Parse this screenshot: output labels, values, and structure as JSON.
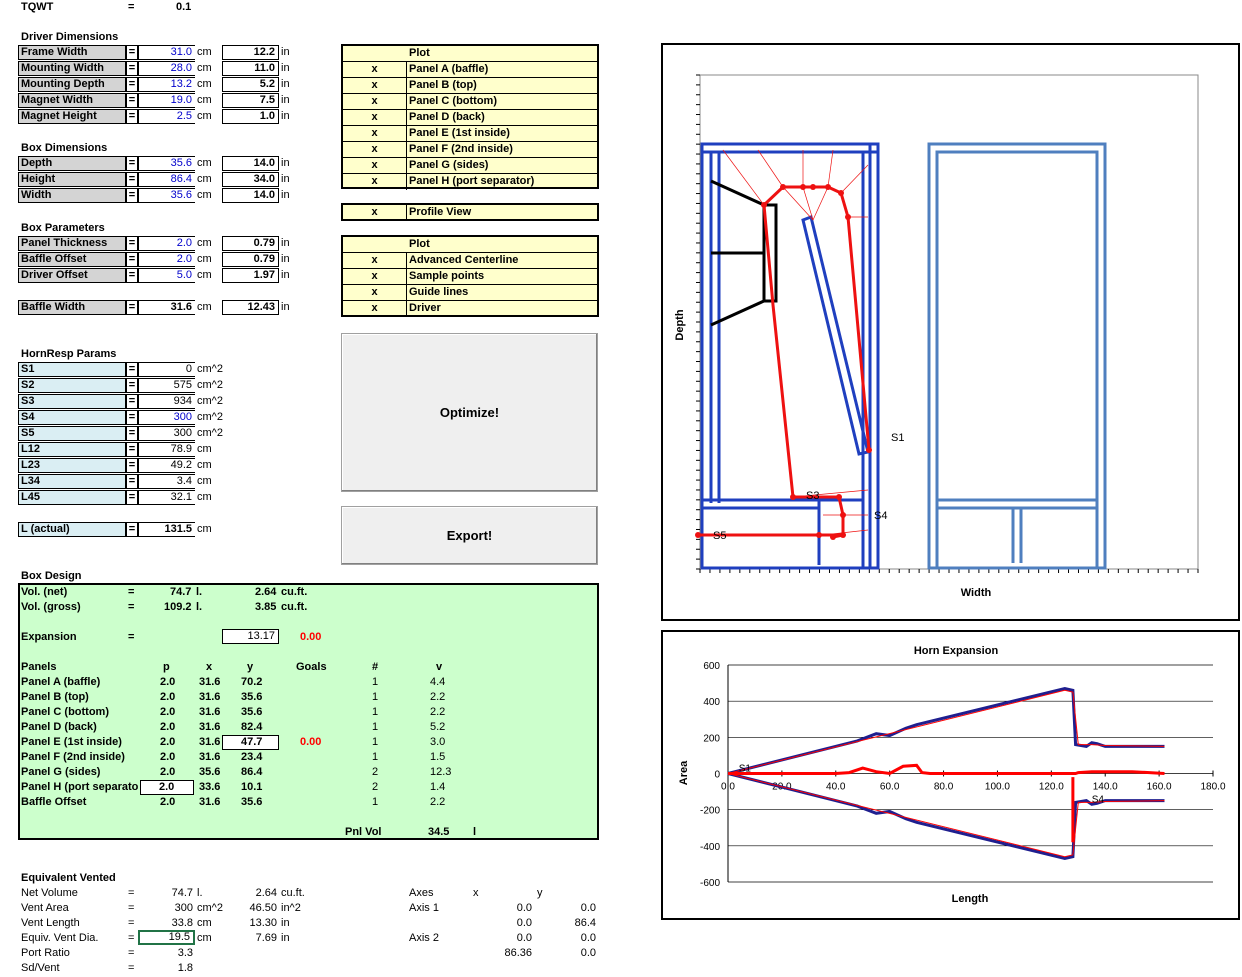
{
  "tqwt": {
    "label": "TQWT",
    "eq": "=",
    "value": "0.1"
  },
  "driver_dims": {
    "title": "Driver Dimensions",
    "rows": [
      {
        "label": "Frame Width",
        "cm": "31.0",
        "in": "12.2"
      },
      {
        "label": "Mounting Width",
        "cm": "28.0",
        "in": "11.0"
      },
      {
        "label": "Mounting Depth",
        "cm": "13.2",
        "in": "5.2"
      },
      {
        "label": "Magnet Width",
        "cm": "19.0",
        "in": "7.5"
      },
      {
        "label": "Magnet Height",
        "cm": "2.5",
        "in": "1.0"
      }
    ]
  },
  "box_dims": {
    "title": "Box Dimensions",
    "rows": [
      {
        "label": "Depth",
        "cm": "35.6",
        "in": "14.0"
      },
      {
        "label": "Height",
        "cm": "86.4",
        "in": "34.0"
      },
      {
        "label": "Width",
        "cm": "35.6",
        "in": "14.0"
      }
    ]
  },
  "box_params": {
    "title": "Box Parameters",
    "rows": [
      {
        "label": "Panel Thickness",
        "cm": "2.0",
        "in": "0.79"
      },
      {
        "label": "Baffle Offset",
        "cm": "2.0",
        "in": "0.79"
      },
      {
        "label": "Driver Offset",
        "cm": "5.0",
        "in": "1.97"
      }
    ],
    "baffle": {
      "label": "Baffle Width",
      "cm": "31.6",
      "in": "12.43"
    }
  },
  "units": {
    "cm": "cm",
    "in": "in",
    "cm2": "cm^2",
    "eq": "="
  },
  "hornresp": {
    "title": "HornResp Params",
    "rows": [
      {
        "label": "S1",
        "value": "0",
        "unit": "cm^2"
      },
      {
        "label": "S2",
        "value": "575",
        "unit": "cm^2"
      },
      {
        "label": "S3",
        "value": "934",
        "unit": "cm^2"
      },
      {
        "label": "S4",
        "value": "300",
        "unit": "cm^2"
      },
      {
        "label": "S5",
        "value": "300",
        "unit": "cm^2"
      },
      {
        "label": "L12",
        "value": "78.9",
        "unit": "cm"
      },
      {
        "label": "L23",
        "value": "49.2",
        "unit": "cm"
      },
      {
        "label": "L34",
        "value": "3.4",
        "unit": "cm"
      },
      {
        "label": "L45",
        "value": "32.1",
        "unit": "cm"
      }
    ],
    "lactual": {
      "label": "L (actual)",
      "value": "131.5",
      "unit": "cm"
    }
  },
  "plot1": {
    "header": "Plot",
    "rows": [
      {
        "x": "x",
        "label": "Panel A (baffle)"
      },
      {
        "x": "x",
        "label": "Panel B (top)"
      },
      {
        "x": "x",
        "label": "Panel C (bottom)"
      },
      {
        "x": "x",
        "label": "Panel D (back)"
      },
      {
        "x": "x",
        "label": "Panel E (1st inside)"
      },
      {
        "x": "x",
        "label": "Panel F (2nd inside)"
      },
      {
        "x": "x",
        "label": "Panel G (sides)"
      },
      {
        "x": "x",
        "label": "Panel H (port separator)"
      }
    ]
  },
  "profile": {
    "x": "x",
    "label": "Profile View"
  },
  "plot2": {
    "header": "Plot",
    "rows": [
      {
        "x": "x",
        "label": "Advanced Centerline"
      },
      {
        "x": "x",
        "label": "Sample points"
      },
      {
        "x": "x",
        "label": "Guide lines"
      },
      {
        "x": "x",
        "label": "Driver"
      }
    ]
  },
  "buttons": {
    "optimize": "Optimize!",
    "export": "Export!"
  },
  "box_design": {
    "title": "Box Design",
    "vol_net": {
      "label": "Vol. (net)",
      "l": "74.7",
      "lu": "l.",
      "cf": "2.64",
      "cfu": "cu.ft."
    },
    "vol_gross": {
      "label": "Vol. (gross)",
      "l": "109.2",
      "lu": "l.",
      "cf": "3.85",
      "cfu": "cu.ft."
    },
    "expansion": {
      "label": "Expansion",
      "value": "13.17",
      "goal": "0.00"
    },
    "headers": {
      "panels": "Panels",
      "p": "p",
      "x": "x",
      "y": "y",
      "goals": "Goals",
      "num": "#",
      "v": "v"
    },
    "panels": [
      {
        "name": "Panel A (baffle)",
        "p": "2.0",
        "x": "31.6",
        "y": "70.2",
        "goal": "",
        "n": "1",
        "v": "4.4"
      },
      {
        "name": "Panel B (top)",
        "p": "2.0",
        "x": "31.6",
        "y": "35.6",
        "goal": "",
        "n": "1",
        "v": "2.2"
      },
      {
        "name": "Panel C (bottom)",
        "p": "2.0",
        "x": "31.6",
        "y": "35.6",
        "goal": "",
        "n": "1",
        "v": "2.2"
      },
      {
        "name": "Panel D (back)",
        "p": "2.0",
        "x": "31.6",
        "y": "82.4",
        "goal": "",
        "n": "1",
        "v": "5.2"
      },
      {
        "name": "Panel E (1st inside)",
        "p": "2.0",
        "x": "31.6",
        "y": "47.7",
        "goal": "0.00",
        "n": "1",
        "v": "3.0"
      },
      {
        "name": "Panel F (2nd inside)",
        "p": "2.0",
        "x": "31.6",
        "y": "23.4",
        "goal": "",
        "n": "1",
        "v": "1.5"
      },
      {
        "name": "Panel G (sides)",
        "p": "2.0",
        "x": "35.6",
        "y": "86.4",
        "goal": "",
        "n": "2",
        "v": "12.3"
      },
      {
        "name": "Panel H (port separato",
        "p": "2.0",
        "x": "33.6",
        "y": "10.1",
        "goal": "",
        "n": "2",
        "v": "1.4"
      },
      {
        "name": "Baffle Offset",
        "p": "2.0",
        "x": "31.6",
        "y": "35.6",
        "goal": "",
        "n": "1",
        "v": "2.2"
      }
    ],
    "pnl_vol": {
      "label": "Pnl Vol",
      "value": "34.5",
      "unit": "l"
    }
  },
  "equiv": {
    "title": "Equivalent Vented",
    "rows": [
      {
        "label": "Net Volume",
        "v1": "74.7",
        "u1": "l.",
        "v2": "2.64",
        "u2": "cu.ft."
      },
      {
        "label": "Vent Area",
        "v1": "300",
        "u1": "cm^2",
        "v2": "46.50",
        "u2": "in^2"
      },
      {
        "label": "Vent Length",
        "v1": "33.8",
        "u1": "cm",
        "v2": "13.30",
        "u2": "in"
      },
      {
        "label": "Equiv. Vent Dia.",
        "v1": "19.5",
        "u1": "cm",
        "v2": "7.69",
        "u2": "in"
      },
      {
        "label": "Port Ratio",
        "v1": "3.3",
        "u1": "",
        "v2": "",
        "u2": ""
      },
      {
        "label": "Sd/Vent",
        "v1": "1.8",
        "u1": "",
        "v2": "",
        "u2": ""
      }
    ],
    "axes": {
      "label": "Axes",
      "x": "x",
      "y": "y",
      "axis1": {
        "label": "Axis 1",
        "r1": [
          "0.0",
          "0.0"
        ],
        "r2": [
          "0.0",
          "86.4"
        ]
      },
      "axis2": {
        "label": "Axis 2",
        "r1": [
          "0.0",
          "0.0"
        ],
        "r2": [
          "86.36",
          "0.0"
        ]
      }
    }
  },
  "profile_chart": {
    "xlabel": "Width",
    "ylabel": "Depth",
    "labels": {
      "s1": "S1",
      "s3": "S3",
      "s4": "S4",
      "s5": "S5"
    }
  },
  "chart_data": {
    "type": "line",
    "title": "Horn Expansion",
    "xlabel": "Length",
    "ylabel": "Area",
    "xlim": [
      0,
      180
    ],
    "ylim": [
      -600,
      600
    ],
    "xticks": [
      "0.0",
      "20.0",
      "40.0",
      "60.0",
      "80.0",
      "100.0",
      "120.0",
      "140.0",
      "160.0",
      "180.0"
    ],
    "yticks": [
      "600",
      "400",
      "200",
      "0",
      "-200",
      "-400",
      "-600"
    ],
    "annotations": [
      "S1",
      "S4"
    ],
    "series": [
      {
        "color": "#1f1f8f",
        "x": [
          0,
          48,
          55,
          60,
          66,
          70,
          125,
          128,
          129,
          133,
          135,
          137,
          140,
          162
        ],
        "y": [
          0,
          180,
          220,
          210,
          250,
          270,
          470,
          460,
          160,
          150,
          170,
          165,
          150,
          150
        ]
      },
      {
        "color": "#1f1f8f",
        "x": [
          0,
          48,
          55,
          60,
          66,
          70,
          125,
          128,
          129,
          133,
          135,
          137,
          140,
          162
        ],
        "y": [
          0,
          -180,
          -220,
          -210,
          -250,
          -270,
          -470,
          -460,
          -160,
          -150,
          -170,
          -165,
          -150,
          -150
        ]
      },
      {
        "color": "#ff0000",
        "x": [
          0,
          125,
          128,
          130,
          135,
          140,
          162
        ],
        "y": [
          0,
          460,
          450,
          160,
          160,
          155,
          150
        ]
      },
      {
        "color": "#ff0000",
        "x": [
          0,
          125,
          128,
          130,
          135,
          140,
          162
        ],
        "y": [
          0,
          -460,
          -450,
          -160,
          -160,
          -155,
          -150
        ]
      },
      {
        "color": "#ff0000",
        "x": [
          0,
          40,
          45,
          50,
          55,
          60,
          65,
          70,
          72,
          75,
          80,
          125,
          128,
          129,
          130,
          135,
          150,
          162
        ],
        "y": [
          0,
          0,
          5,
          30,
          10,
          0,
          40,
          45,
          5,
          0,
          0,
          0,
          0,
          0,
          5,
          10,
          10,
          0
        ]
      }
    ]
  }
}
